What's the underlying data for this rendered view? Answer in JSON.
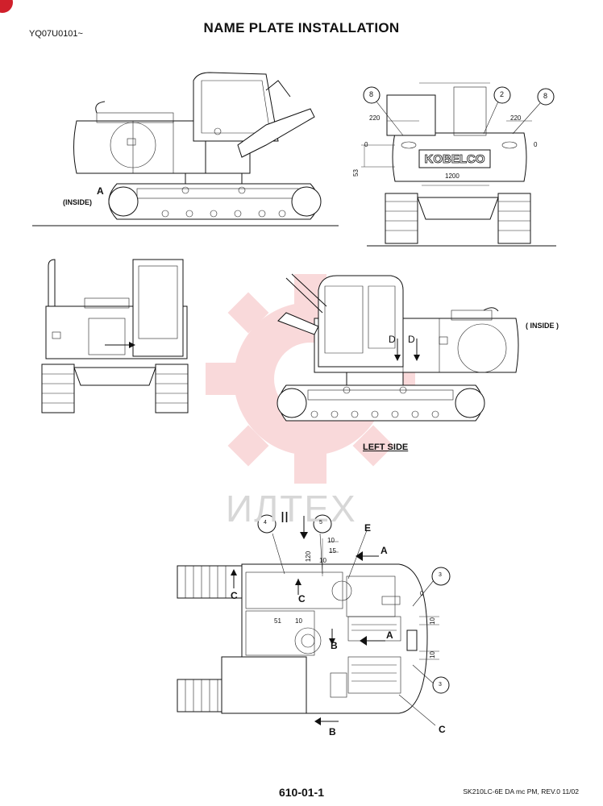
{
  "header": {
    "doc_code": "YQ07U0101~",
    "title": "NAME PLATE INSTALLATION"
  },
  "footer": {
    "page_number": "610-01-1",
    "revision": "SK210LC-6E DA mc PM,  REV.0 11/02"
  },
  "watermark": {
    "text": "ИЛТЕХ"
  },
  "views": {
    "left_side_label": "LEFT SIDE",
    "inside_label_right": "( INSIDE )",
    "inside_label_left": "(INSIDE)",
    "callout_a_top": "A",
    "brand": "KOBELCO",
    "rear": {
      "dim_220_left": "220",
      "dim_220_right": "220",
      "dim_1200": "1200",
      "dim_53": "53",
      "dim_0_left": "0",
      "dim_0_right": "0",
      "callout_8_left": "8",
      "callout_2": "2",
      "callout_8_right": "8"
    },
    "top": {
      "callout_4": "4",
      "callout_5": "5",
      "callout_3_top": "3",
      "callout_3_bottom": "3",
      "label_e": "E",
      "label_a_top": "A",
      "label_a_mid": "A",
      "label_c_left": "C",
      "label_c_mid": "C",
      "label_b_mid": "B",
      "label_b_bottom": "B",
      "label_c_bottom": "C",
      "view_mark": "II",
      "dim_120": "120",
      "dim_10_a": "10",
      "dim_15": "15",
      "dim_10_b": "10",
      "dim_10_c": "10",
      "dim_51": "51",
      "dim_0": "0",
      "dim_10_right_a": "10",
      "dim_10_right_b": "10"
    },
    "plate_d_1": "D",
    "plate_d_2": "D"
  }
}
